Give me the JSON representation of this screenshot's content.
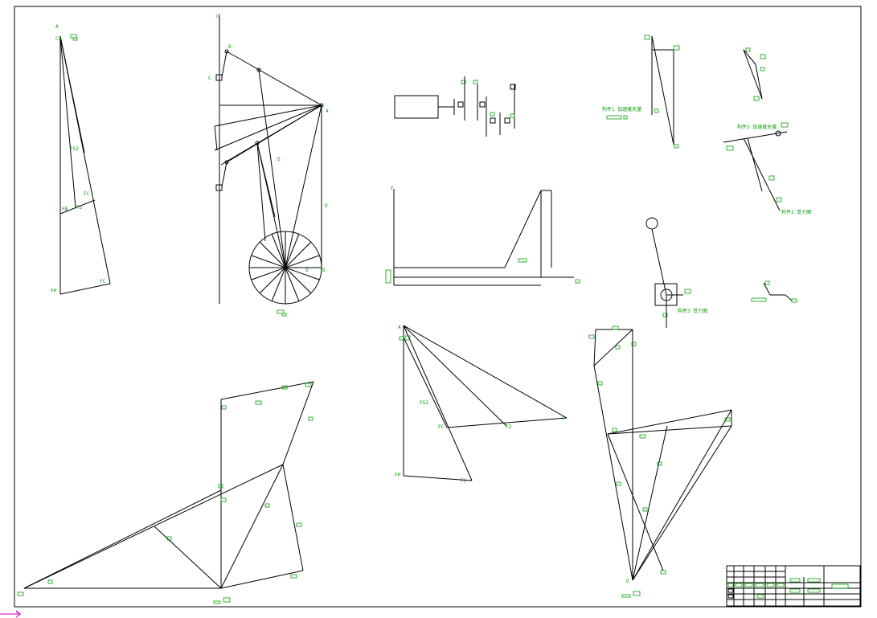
{
  "labels": {
    "fp": "FP",
    "fc": "FC",
    "fs2": "FS2",
    "f2": "F2",
    "note_1": "构件1  加速度矢量",
    "note_2": "构件2  加速度矢量",
    "note_3": "构件3  受力图",
    "note_4": "构件2  受力图"
  },
  "colors": {
    "line": "#000000",
    "label": "#00a000",
    "arrow": "#cc00cc",
    "background": "#ffffff"
  }
}
